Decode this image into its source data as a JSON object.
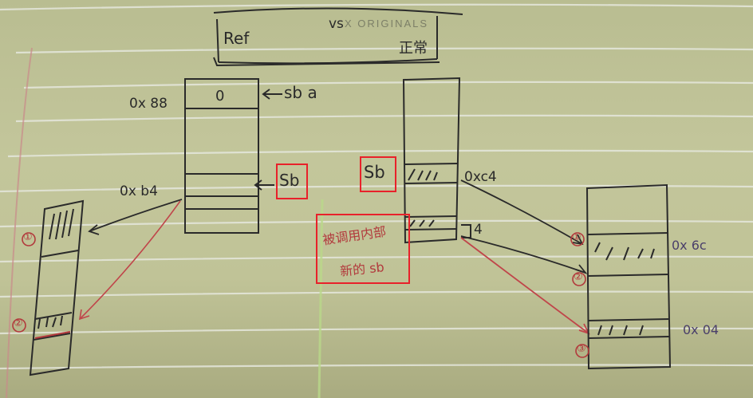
{
  "header": {
    "left": "Ref",
    "middle": "vs",
    "imprint": "X ORIGINALS",
    "right": "正常"
  },
  "left_diagram": {
    "address_top": "0x 88",
    "cell_value": "0",
    "pointer_label": "sb a",
    "address_lower": "0x b4",
    "pointer_sb": "Sb",
    "heap_marks": [
      "①",
      "②"
    ]
  },
  "right_diagram": {
    "pointer_sb": "Sb",
    "address_c4": "0xc4",
    "small_label": "4",
    "note_line1": "被调用内部",
    "note_line2": "新的 sb",
    "heap_address_1": "0x 6c",
    "heap_address_2": "0x 04",
    "heap_marks": [
      "①",
      "②",
      "③"
    ]
  },
  "colors": {
    "paper": "#c1c499",
    "ink": "#2a2a2a",
    "red_ink": "#b2393c",
    "highlight_box": "#e8212a"
  }
}
